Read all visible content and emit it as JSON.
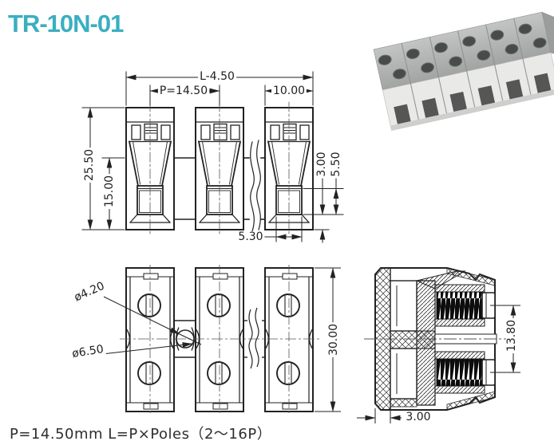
{
  "title": "TR-10N-01",
  "colors": {
    "accent": "#3aafc0",
    "line": "#2a2a2a",
    "text": "#2e2e2e"
  },
  "footer": {
    "note": "P=14.50mm  L=P×Poles（2～16P）"
  },
  "front_view": {
    "dims": {
      "total_length": "L-4.50",
      "pitch": "P=14.50",
      "unit_width": "10.00",
      "height_total": "25.50",
      "height_lower": "15.00",
      "clamp_depth": "3.00",
      "window_height": "5.50",
      "window_width": "5.30"
    }
  },
  "top_view": {
    "dims": {
      "hole_small": "ø4.20",
      "hole_large": "ø6.50",
      "depth": "30.00"
    }
  },
  "section_view": {
    "dims": {
      "screw_pitch": "13.80",
      "wall_thickness": "3.00"
    }
  },
  "photo": {
    "description": "6-pole gray terminal block",
    "poles": 6
  }
}
